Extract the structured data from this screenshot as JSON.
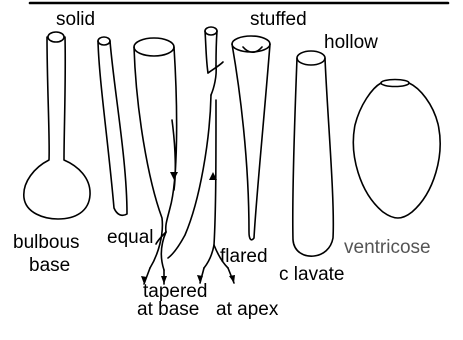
{
  "labels": {
    "solid": "solid",
    "stuffed": "stuffed",
    "hollow": "hollow",
    "bulbous_line1": "bulbous",
    "bulbous_line2": "base",
    "equal": "equal",
    "flared": "flared",
    "tapered_line1": "tapered",
    "tapered_line2": "at base",
    "at_apex": "at apex",
    "clavate": "c lavate",
    "ventricose": "ventricose"
  },
  "colors": {
    "line": "#000000",
    "background": "#ffffff",
    "ventricose_label": "#555555"
  }
}
